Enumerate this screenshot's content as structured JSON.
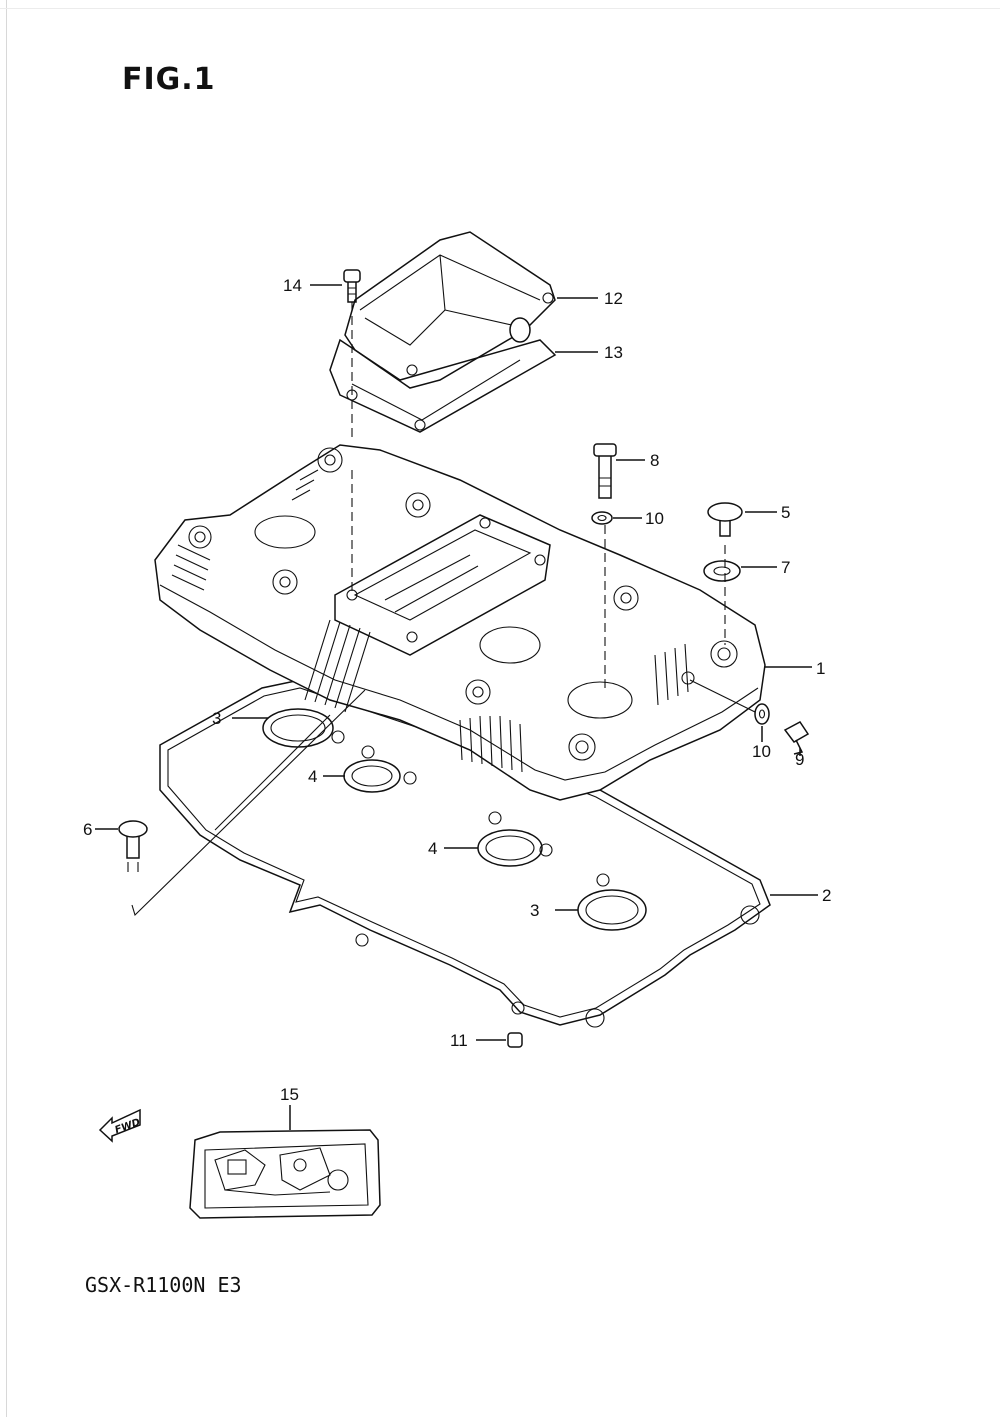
{
  "figure": {
    "title": "FIG.1",
    "model": "GSX-R1100N E3",
    "fwd_label": "FWD"
  },
  "callouts": [
    {
      "id": "c1",
      "label": "1"
    },
    {
      "id": "c2",
      "label": "2"
    },
    {
      "id": "c3a",
      "label": "3"
    },
    {
      "id": "c3b",
      "label": "3"
    },
    {
      "id": "c4a",
      "label": "4"
    },
    {
      "id": "c4b",
      "label": "4"
    },
    {
      "id": "c5",
      "label": "5"
    },
    {
      "id": "c6",
      "label": "6"
    },
    {
      "id": "c7",
      "label": "7"
    },
    {
      "id": "c8",
      "label": "8"
    },
    {
      "id": "c9",
      "label": "9"
    },
    {
      "id": "c10a",
      "label": "10"
    },
    {
      "id": "c10b",
      "label": "10"
    },
    {
      "id": "c11",
      "label": "11"
    },
    {
      "id": "c12",
      "label": "12"
    },
    {
      "id": "c13",
      "label": "13"
    },
    {
      "id": "c14",
      "label": "14"
    },
    {
      "id": "c15",
      "label": "15"
    }
  ]
}
